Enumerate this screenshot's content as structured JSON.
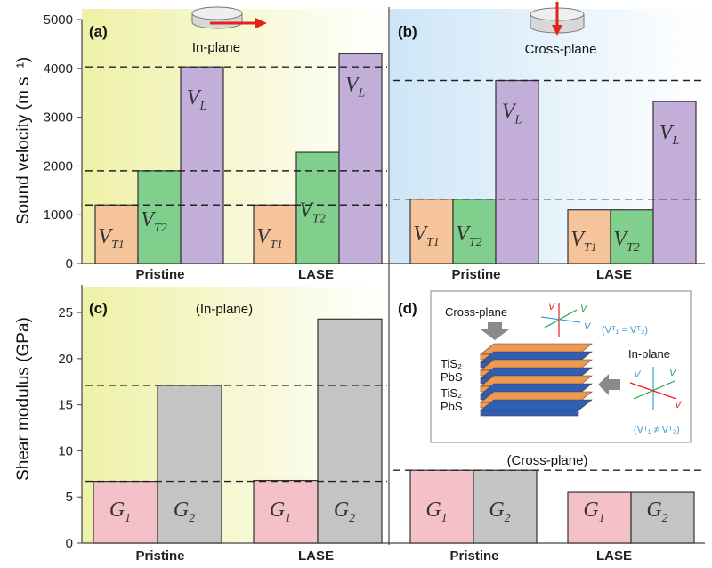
{
  "colors": {
    "vt1": "#f6c49a",
    "vt2": "#80cf8d",
    "vl": "#c2aed9",
    "g1": "#f4c1c8",
    "g2": "#c4c4c4",
    "bg_a": "#f1f3b0",
    "bg_b": "#cfe7f7",
    "inset_orange": "#ee9a55",
    "inset_blue": "#2f5eb5"
  },
  "y_axis": {
    "top_label": "Sound velocity (m s⁻¹)",
    "bottom_label": "Shear modulus (GPa)",
    "top_ticks": [
      "0",
      "1000",
      "2000",
      "3000",
      "4000",
      "5000"
    ],
    "bottom_ticks": [
      "0",
      "5",
      "10",
      "15",
      "20",
      "25"
    ]
  },
  "chart_data": [
    {
      "type": "bar",
      "panel": "(a)",
      "note": "In-plane",
      "ylim": [
        0,
        5000
      ],
      "categories": [
        "Pristine",
        "LASE"
      ],
      "series": [
        {
          "name": "V_T1",
          "values": [
            1200,
            1200
          ]
        },
        {
          "name": "V_T2",
          "values": [
            1900,
            2280
          ]
        },
        {
          "name": "V_L",
          "values": [
            4030,
            4300
          ]
        }
      ],
      "reference_lines": [
        4030,
        1900,
        1200
      ],
      "legend": "none"
    },
    {
      "type": "bar",
      "panel": "(b)",
      "note": "Cross-plane",
      "ylim": [
        0,
        5000
      ],
      "categories": [
        "Pristine",
        "LASE"
      ],
      "series": [
        {
          "name": "V_T1",
          "values": [
            1320,
            1100
          ]
        },
        {
          "name": "V_T2",
          "values": [
            1320,
            1100
          ]
        },
        {
          "name": "V_L",
          "values": [
            3750,
            3320
          ]
        }
      ],
      "reference_lines": [
        3750,
        1320
      ],
      "legend": "none"
    },
    {
      "type": "bar",
      "panel": "(c)",
      "note": "(In-plane)",
      "ylim": [
        0,
        28
      ],
      "categories": [
        "Pristine",
        "LASE"
      ],
      "series": [
        {
          "name": "G_1",
          "values": [
            6.7,
            6.8
          ]
        },
        {
          "name": "G_2",
          "values": [
            17.1,
            24.3
          ]
        }
      ],
      "reference_lines": [
        17.1,
        6.7
      ],
      "legend": "none"
    },
    {
      "type": "bar",
      "panel": "(d)",
      "note": "(Cross-plane)",
      "ylim": [
        0,
        28
      ],
      "categories": [
        "Pristine",
        "LASE"
      ],
      "series": [
        {
          "name": "G_1",
          "values": [
            7.9,
            5.5
          ]
        },
        {
          "name": "G_2",
          "values": [
            7.9,
            5.5
          ]
        }
      ],
      "reference_lines": [
        7.9
      ],
      "legend": "none"
    }
  ],
  "inset": {
    "cross_plane": "Cross-plane",
    "in_plane": "In-plane",
    "layers": [
      "TiS₂",
      "PbS",
      "TiS₂",
      "PbS"
    ],
    "eq_text": "(Vᵀ₁ = Vᵀ₂)",
    "neq_text": "(Vᵀ₁ ≠ Vᵀ₂)"
  }
}
